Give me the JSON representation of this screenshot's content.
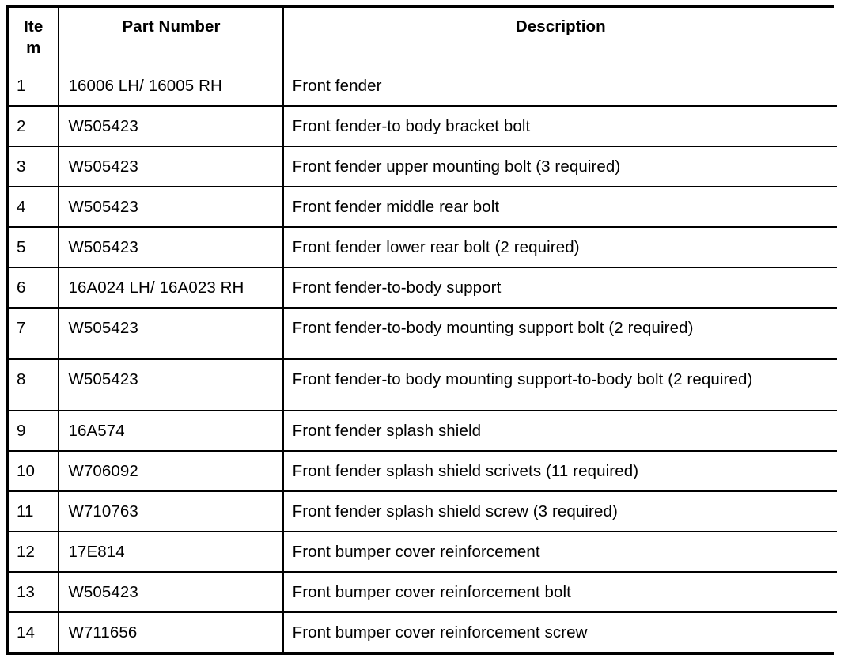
{
  "table": {
    "name": "parts-list",
    "columns": [
      {
        "key": "item",
        "label": "Item"
      },
      {
        "key": "part_number",
        "label": "Part Number"
      },
      {
        "key": "description",
        "label": "Description"
      }
    ],
    "rows": [
      {
        "item": "1",
        "part_number": "16006 LH/ 16005 RH",
        "description": "Front fender"
      },
      {
        "item": "2",
        "part_number": "W505423",
        "description": "Front fender-to body bracket bolt"
      },
      {
        "item": "3",
        "part_number": "W505423",
        "description": "Front fender upper mounting bolt (3 required)"
      },
      {
        "item": "4",
        "part_number": "W505423",
        "description": "Front fender middle rear bolt"
      },
      {
        "item": "5",
        "part_number": "W505423",
        "description": "Front fender lower rear bolt (2 required)"
      },
      {
        "item": "6",
        "part_number": "16A024 LH/ 16A023 RH",
        "description": "Front fender-to-body support"
      },
      {
        "item": "7",
        "part_number": "W505423",
        "description": "Front fender-to-body mounting support bolt (2 required)"
      },
      {
        "item": "8",
        "part_number": "W505423",
        "description": "Front fender-to body mounting support-to-body bolt (2 required)"
      },
      {
        "item": "9",
        "part_number": "16A574",
        "description": "Front fender splash shield"
      },
      {
        "item": "10",
        "part_number": "W706092",
        "description": "Front fender splash shield scrivets (11 required)"
      },
      {
        "item": "11",
        "part_number": "W710763",
        "description": "Front fender splash shield screw (3 required)"
      },
      {
        "item": "12",
        "part_number": "17E814",
        "description": "Front bumper cover reinforcement"
      },
      {
        "item": "13",
        "part_number": "W505423",
        "description": "Front bumper cover reinforcement bolt"
      },
      {
        "item": "14",
        "part_number": "W711656",
        "description": "Front bumper cover reinforcement screw"
      }
    ]
  },
  "style": {
    "border_color": "#000000",
    "text_color": "#000000",
    "background": "#ffffff"
  }
}
